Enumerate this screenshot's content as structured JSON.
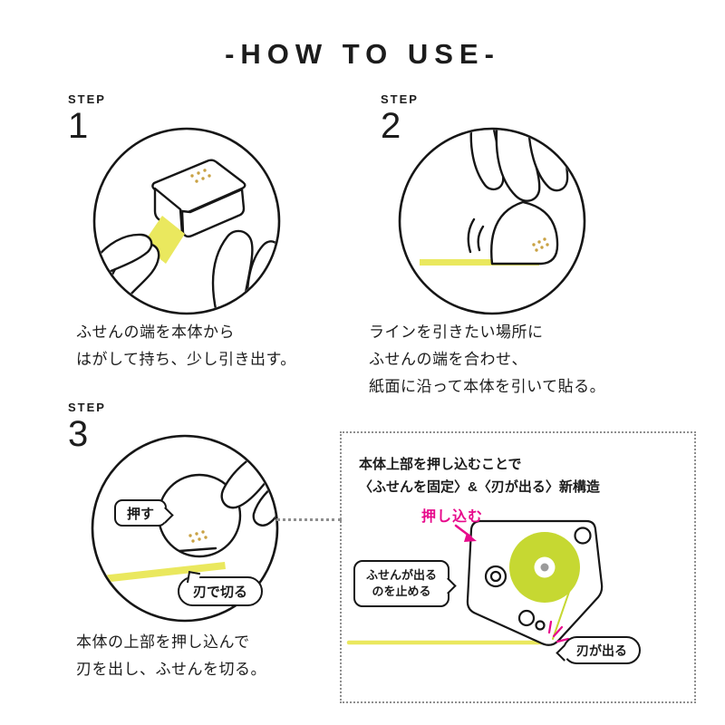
{
  "title": "-HOW TO USE-",
  "steps": [
    {
      "label": "STEP",
      "number": "1",
      "caption_lines": [
        "ふせんの端を本体から",
        "はがして持ち、少し引き出す。"
      ]
    },
    {
      "label": "STEP",
      "number": "2",
      "caption_lines": [
        "ラインを引きたい場所に",
        "ふせんの端を合わせ、",
        "紙面に沿って本体を引いて貼る。"
      ]
    },
    {
      "label": "STEP",
      "number": "3",
      "caption_lines": [
        "本体の上部を押し込んで",
        "刃を出し、ふせんを切る。"
      ],
      "press_bubble": "押す",
      "cut_bubble": "刃で切る"
    }
  ],
  "detail": {
    "heading_lines": [
      "本体上部を押し込むことで",
      "〈ふせんを固定〉&〈刃が出る〉新構造"
    ],
    "push_label": "押し込む",
    "stop_bubble_lines": [
      "ふせんが出る",
      "のを止める"
    ],
    "blade_bubble": "刃が出る"
  },
  "colors": {
    "ink": "#1c1c1c",
    "tape_yellow": "#eae85e",
    "roll_lime": "#c6d832",
    "magenta": "#e7098b",
    "dot_gold": "#c9a244",
    "border_gray": "#8f8f8f"
  }
}
